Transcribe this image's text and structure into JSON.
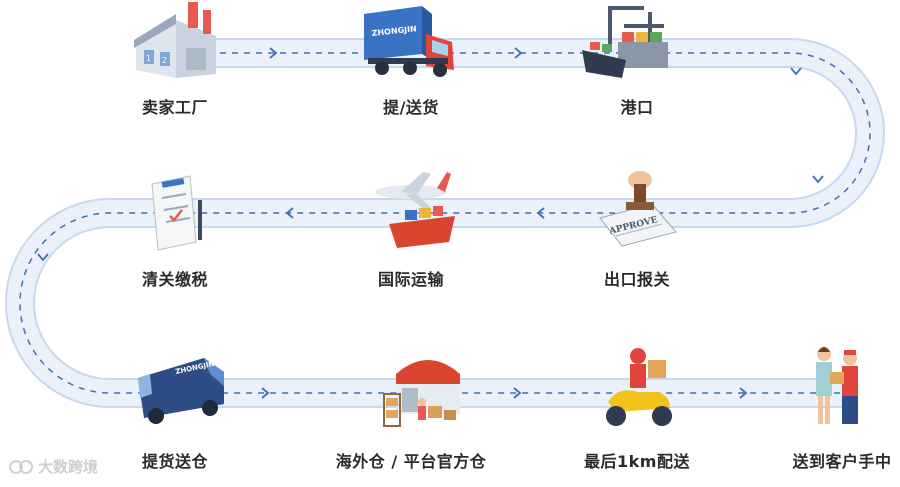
{
  "steps": [
    {
      "label": "卖家工厂",
      "icon": "factory-icon"
    },
    {
      "label": "提/送货",
      "icon": "truck-icon"
    },
    {
      "label": "港口",
      "icon": "port-ship-icon"
    },
    {
      "label": "出口报关",
      "icon": "approve-stamp-icon"
    },
    {
      "label": "国际运输",
      "icon": "plane-ship-icon"
    },
    {
      "label": "清关缴税",
      "icon": "clipboard-icon"
    },
    {
      "label": "提货送仓",
      "icon": "van-icon"
    },
    {
      "label": "海外仓 / 平台官方仓",
      "icon": "warehouse-icon"
    },
    {
      "label": "最后1km配送",
      "icon": "scooter-icon"
    },
    {
      "label": "送到客户手中",
      "icon": "customer-handover-icon"
    }
  ],
  "truck_text": "ZHONGJIN",
  "stamp_text": "APPROVE",
  "watermark": "大数跨境",
  "colors": {
    "road": "#e3edf8",
    "road_edge": "#c7d9ee",
    "dash": "#3f6fb3"
  }
}
